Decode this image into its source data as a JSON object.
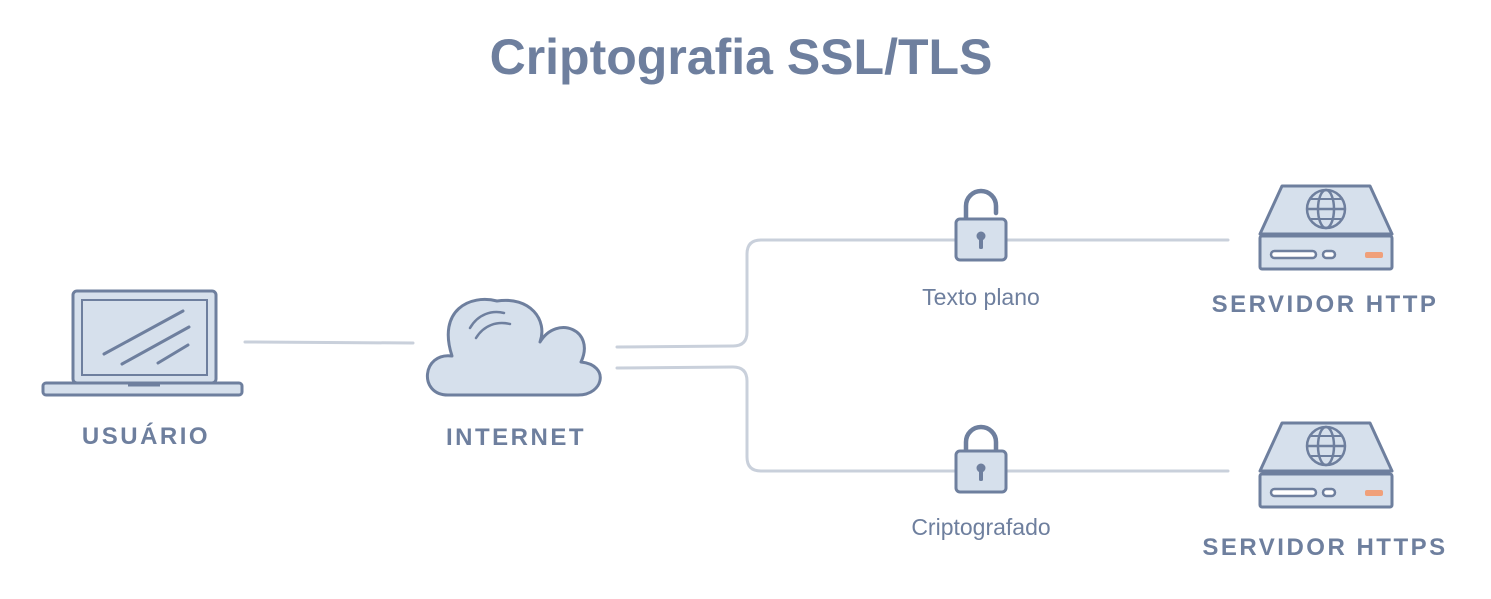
{
  "title": "Criptografia SSL/TLS",
  "nodes": {
    "user": {
      "label": "USUÁRIO",
      "icon": "laptop-icon"
    },
    "internet": {
      "label": "INTERNET",
      "icon": "cloud-icon"
    },
    "http_server": {
      "label": "SERVIDOR HTTP",
      "icon": "server-globe-icon"
    },
    "https_server": {
      "label": "SERVIDOR HTTPS",
      "icon": "server-globe-icon"
    }
  },
  "connections": {
    "plain": {
      "label": "Texto plano",
      "icon": "unlocked-padlock-icon"
    },
    "encrypted": {
      "label": "Criptografado",
      "icon": "locked-padlock-icon"
    }
  },
  "colors": {
    "text": "#6e7f9e",
    "line": "#c9d0db",
    "icon_fill": "#d6e0ec",
    "server_led": "#f0a07a"
  }
}
